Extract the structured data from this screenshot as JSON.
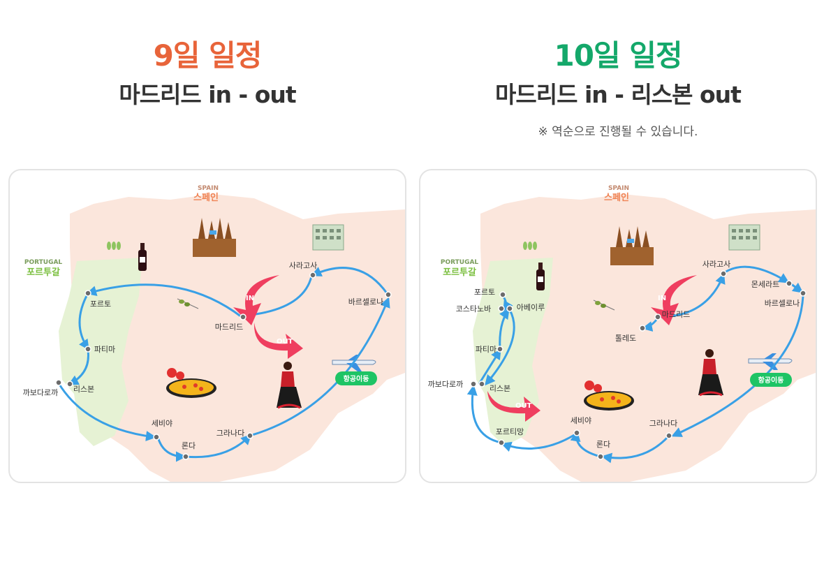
{
  "colors": {
    "day9": "#e8643a",
    "day10": "#14a86a",
    "land_spain": "#fbe6dc",
    "land_portugal": "#e6f2d4",
    "route_arrow": "#39a0e6",
    "in_out_arrow": "#ef3e5f",
    "flight_badge": "#1ec465"
  },
  "itinerary_9": {
    "title": "9일 일정",
    "subtitle": "마드리드 in - out",
    "map": {
      "spain_en": "SPAIN",
      "spain_ko": "스페인",
      "portugal_en": "PORTUGAL",
      "portugal_ko": "포르투갈",
      "in_label": "IN",
      "out_label": "OUT",
      "flight_label": "항공이동",
      "cities": [
        "사라고사",
        "바르셀로나",
        "포르토",
        "마드리드",
        "파티마",
        "리스본",
        "까보다로까",
        "세비야",
        "론다",
        "그라나다"
      ]
    }
  },
  "itinerary_10": {
    "title": "10일 일정",
    "subtitle": "마드리드 in - 리스본 out",
    "note": "※ 역순으로 진행될 수 있습니다.",
    "map": {
      "spain_en": "SPAIN",
      "spain_ko": "스페인",
      "portugal_en": "PORTUGAL",
      "portugal_ko": "포르투갈",
      "in_label": "IN",
      "out_label": "OUT",
      "flight_label": "항공이동",
      "cities": [
        "사라고사",
        "몬세라트",
        "바르셀로나",
        "포르토",
        "코스타노바",
        "아베이루",
        "마드리드",
        "톨레도",
        "파티마",
        "까보다로까",
        "리스본",
        "포르티망",
        "세비야",
        "론다",
        "그라나다"
      ]
    }
  }
}
